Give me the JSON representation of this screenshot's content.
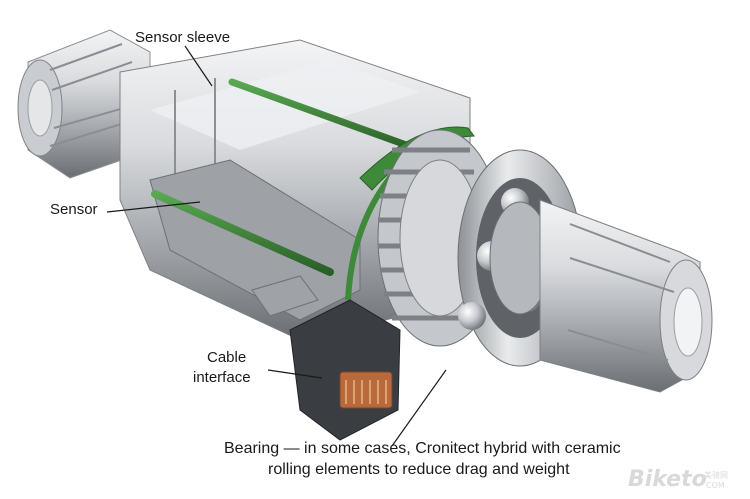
{
  "labels": {
    "sensor_sleeve": "Sensor sleeve",
    "sensor": "Sensor",
    "cable_line1": "Cable",
    "cable_line2": "interface",
    "bearing_line1": "Bearing — in some cases, Cronitect hybrid with ceramic",
    "bearing_line2": "rolling elements to reduce drag and weight"
  },
  "watermark": {
    "brand": "Biketo",
    "cn": "美骑网",
    "com": "COM"
  },
  "colors": {
    "steel_light": "#e6e8ea",
    "steel_mid": "#b9bcc0",
    "steel_dark": "#6d7176",
    "sensor_green": "#3e8a3a",
    "green_dark": "#2a5f28",
    "copper": "#b86a3c",
    "housing_dark": "#3a3d41"
  }
}
